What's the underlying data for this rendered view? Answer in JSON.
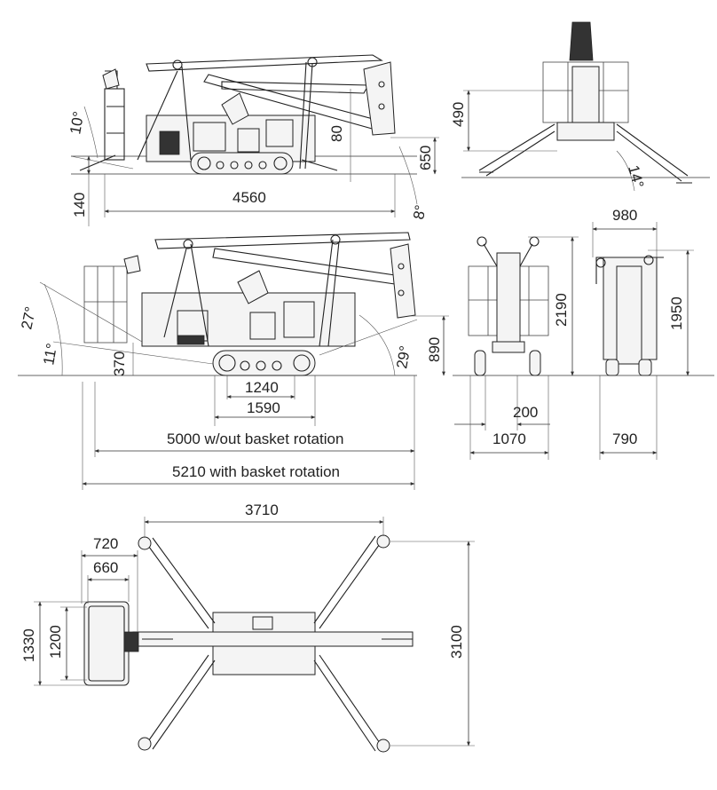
{
  "dimensions": {
    "side_view_top": {
      "angle_front": "10°",
      "height_low": "140",
      "length": "4560",
      "angle_rear_small": "8°",
      "angle_rear": "80",
      "height_650": "650"
    },
    "front_view_top": {
      "height_490": "490",
      "angle_14": "14°"
    },
    "side_view_middle": {
      "angle_27": "27°",
      "angle_11": "11°",
      "height_370": "370",
      "track_1240": "1240",
      "track_1590": "1590",
      "angle_29": "29°",
      "height_890": "890",
      "length_without_rotation": "5000 w/out basket rotation",
      "length_with_rotation": "5210 with basket rotation"
    },
    "front_views_middle": {
      "height_2190": "2190",
      "width_980": "980",
      "height_1950": "1950",
      "offset_200": "200",
      "width_1070": "1070",
      "width_790": "790"
    },
    "plan_view": {
      "span_3710": "3710",
      "width_720": "720",
      "width_660": "660",
      "height_1330": "1330",
      "height_1200": "1200",
      "height_3100": "3100"
    }
  }
}
